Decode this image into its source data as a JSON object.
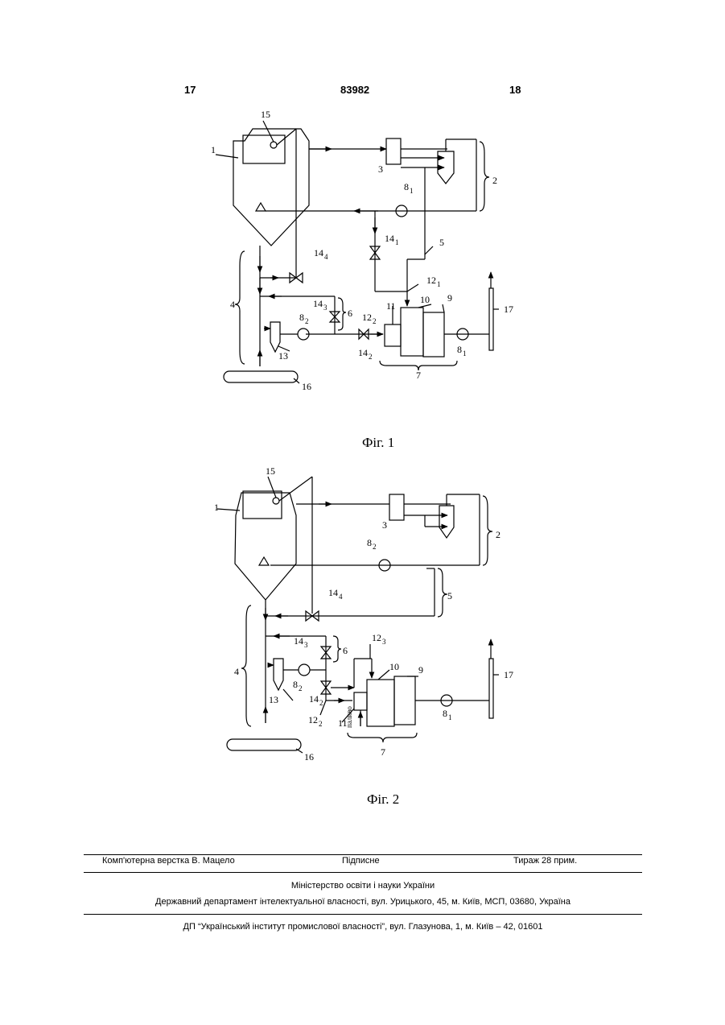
{
  "header": {
    "left_page": "17",
    "patent_no": "83982",
    "right_page": "18"
  },
  "fig1": {
    "caption": "Фіг. 1",
    "labels": {
      "l1": "1",
      "l2": "2",
      "l3": "3",
      "l4": "4",
      "l5": "5",
      "l6": "6",
      "l7": "7",
      "l8_1_main": "8",
      "l8_1_sub": "1",
      "l8_2_main": "8",
      "l8_2_sub": "2",
      "l8_3_main": "8",
      "l8_3_sub": "1",
      "l9": "9",
      "l10": "10",
      "l11": "11",
      "l12_1_main": "12",
      "l12_1_sub": "1",
      "l12_2_main": "12",
      "l12_2_sub": "2",
      "l13": "13",
      "l14_1_main": "14",
      "l14_1_sub": "1",
      "l14_2_main": "14",
      "l14_2_sub": "2",
      "l14_3_main": "14",
      "l14_3_sub": "3",
      "l14_4_main": "14",
      "l14_4_sub": "4",
      "l15": "15",
      "l16": "16",
      "l17": "17"
    }
  },
  "fig2": {
    "caption": "Фіг. 2",
    "labels": {
      "l1": "1",
      "l2": "2",
      "l3": "3",
      "l4": "4",
      "l5": "5",
      "l6": "6",
      "l7": "7",
      "l8_2_main": "8",
      "l8_2_sub": "2",
      "l8_3_main": "8",
      "l8_3_sub": "2",
      "l8_1_main": "8",
      "l8_1_sub": "1",
      "l9": "9",
      "l10": "10",
      "l11": "11",
      "l12_3_main": "12",
      "l12_3_sub": "3",
      "l12_2_main": "12",
      "l12_2_sub": "2",
      "l13": "13",
      "l14_2_main": "14",
      "l14_2_sub": "2",
      "l14_3_main": "14",
      "l14_3_sub": "3",
      "l14_4_main": "14",
      "l14_4_sub": "4",
      "l15": "15",
      "l16": "16",
      "l17": "17",
      "fuel": "паливо"
    }
  },
  "footer": {
    "layout": "Комп'ютерна верстка В. Мацело",
    "signed": "Підписне",
    "circulation": "Тираж 28 прим.",
    "ministry": "Міністерство освіти і науки України",
    "department": "Державний департамент інтелектуальної власності, вул. Урицького, 45, м. Київ, МСП, 03680, Україна",
    "institute": "ДП “Український інститут промислової власності”, вул. Глазунова, 1, м. Київ – 42, 01601"
  }
}
